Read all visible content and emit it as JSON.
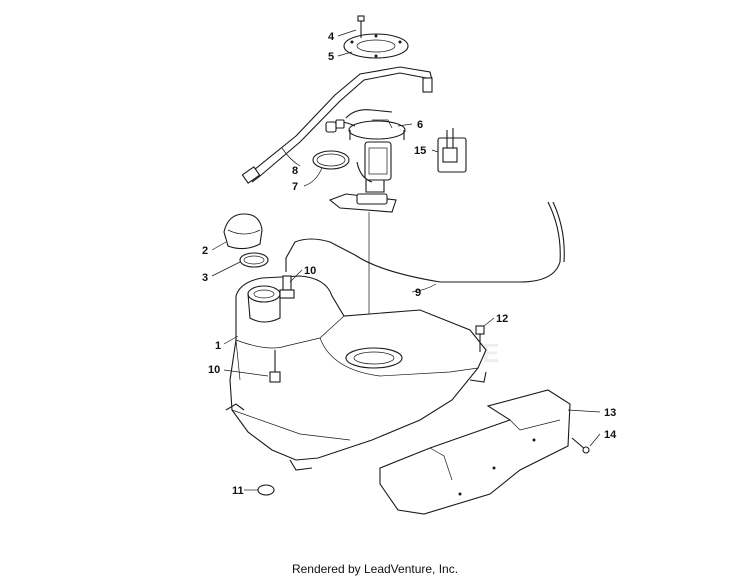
{
  "watermark": "LEADVENTURE",
  "footer": "Rendered by LeadVenture, Inc.",
  "callouts": {
    "c1": "1",
    "c2": "2",
    "c3": "3",
    "c4": "4",
    "c5": "5",
    "c6": "6",
    "c7": "7",
    "c8": "8",
    "c9": "9",
    "c10a": "10",
    "c10b": "10",
    "c11": "11",
    "c12": "12",
    "c13": "13",
    "c14": "14",
    "c15": "15"
  }
}
